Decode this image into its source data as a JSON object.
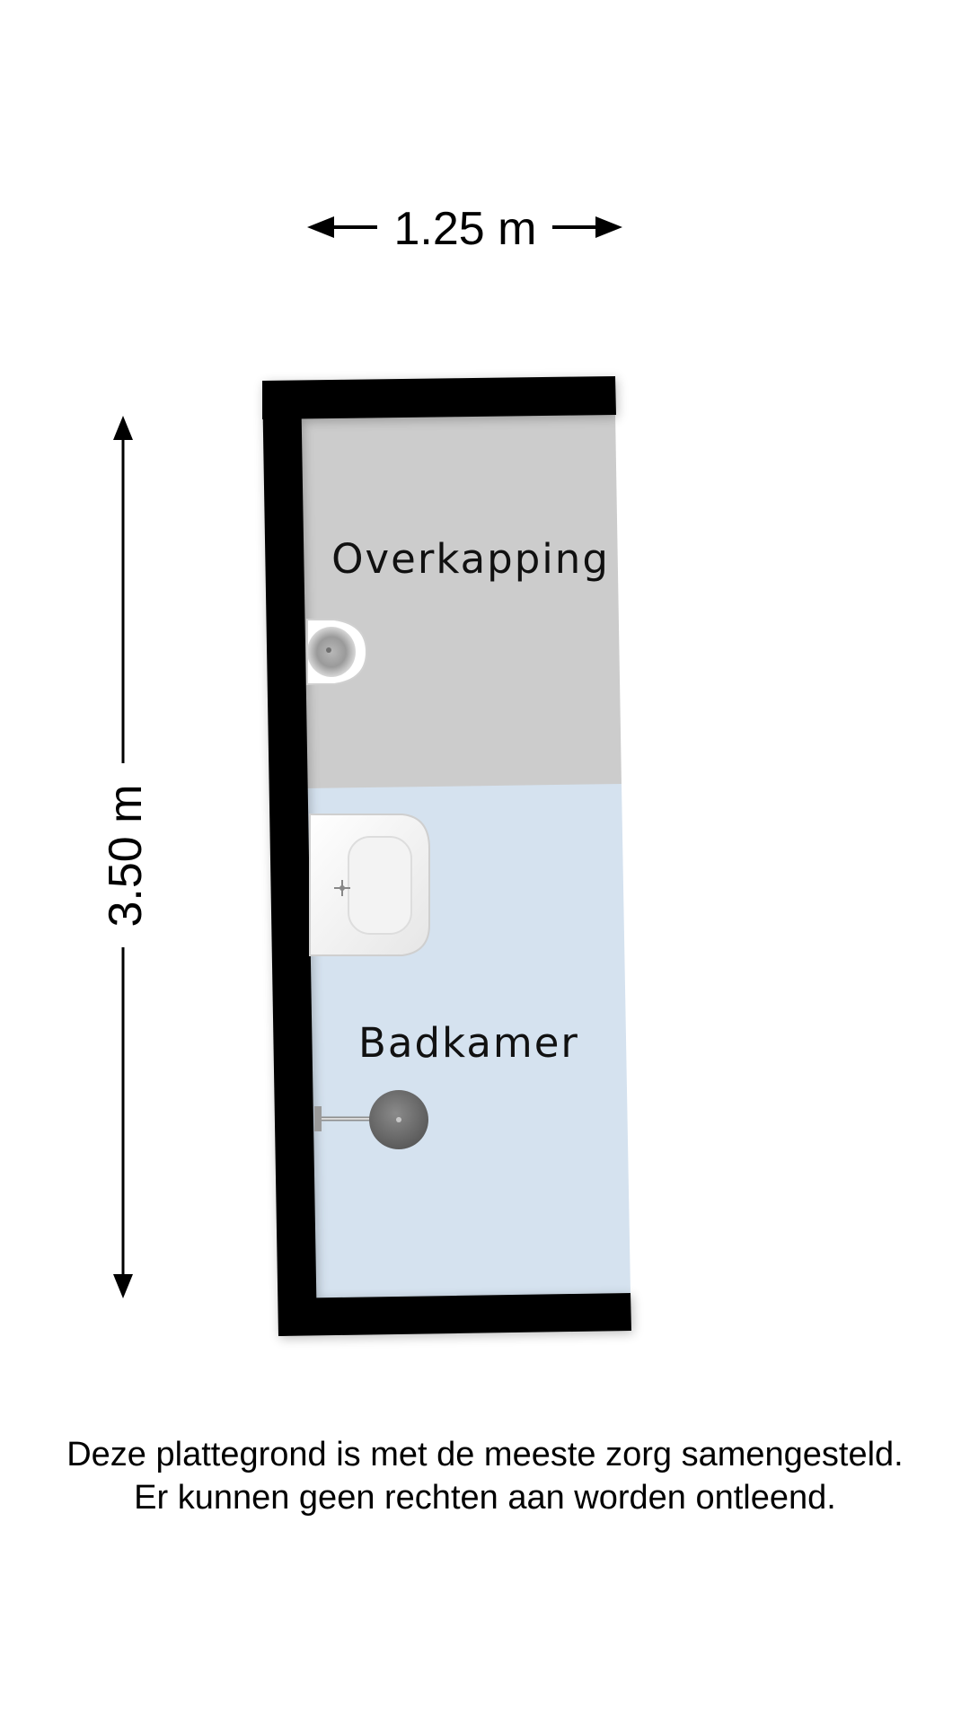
{
  "dimensions": {
    "width_label": "1.25 m",
    "height_label": "3.50 m"
  },
  "rooms": [
    {
      "label": "Overkapping",
      "color": "#cccccc"
    },
    {
      "label": "Badkamer",
      "color": "#d5e2ef"
    }
  ],
  "wall_color": "#000000",
  "disclaimer": {
    "line1": "Deze plattegrond is met de meeste zorg samengesteld.",
    "line2": "Er kunnen geen rechten aan worden ontleend."
  }
}
